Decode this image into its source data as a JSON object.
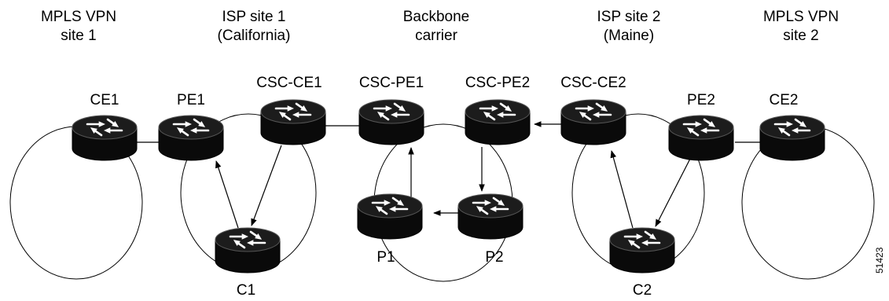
{
  "headers": [
    {
      "id": "mpls-vpn-site-1",
      "line1": "MPLS VPN",
      "line2": "site 1"
    },
    {
      "id": "isp-site-1",
      "line1": "ISP site 1",
      "line2": "(California)"
    },
    {
      "id": "backbone",
      "line1": "Backbone",
      "line2": "carrier"
    },
    {
      "id": "isp-site-2",
      "line1": "ISP site 2",
      "line2": "(Maine)"
    },
    {
      "id": "mpls-vpn-site-2",
      "line1": "MPLS VPN",
      "line2": "site 2"
    }
  ],
  "routers": {
    "ce1": "CE1",
    "pe1": "PE1",
    "csc_ce1": "CSC-CE1",
    "c1": "C1",
    "csc_pe1": "CSC-PE1",
    "csc_pe2": "CSC-PE2",
    "p1": "P1",
    "p2": "P2",
    "csc_ce2": "CSC-CE2",
    "pe2": "PE2",
    "c2": "C2",
    "ce2": "CE2"
  },
  "figure_id": "51423",
  "colors": {
    "router_body": "#0a0a0a",
    "router_top": "#1c1c1c",
    "arrow_glyph": "#ffffff",
    "line": "#000000"
  }
}
